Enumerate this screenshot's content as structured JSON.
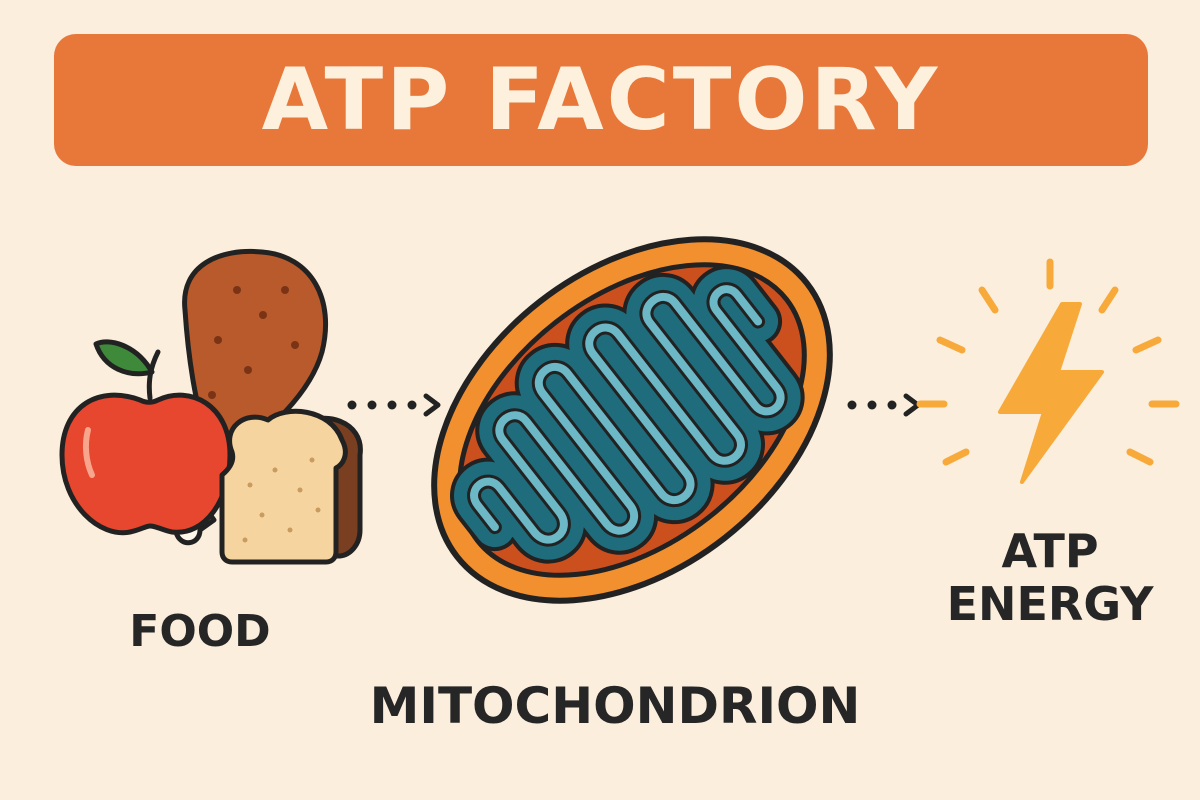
{
  "header": {
    "title": "ATP FACTORY"
  },
  "stages": {
    "input": {
      "label": "FOOD",
      "icons": [
        "apple-icon",
        "chicken-leg-icon",
        "bread-icon"
      ]
    },
    "process": {
      "label": "MITOCHONDRION",
      "icon": "mitochondrion-icon"
    },
    "output": {
      "label_line1": "ATP",
      "label_line2": "ENERGY",
      "icon": "lightning-bolt-icon"
    }
  },
  "colors": {
    "background": "#fbeedd",
    "banner": "#e8773a",
    "banner_text": "#fdf0dc",
    "mito_outer": "#f2902f",
    "mito_inner": "#cc4f1e",
    "mito_matrix": "#1f6c7c",
    "mito_crista": "#6cb8c6",
    "bolt": "#f7a93a",
    "outline": "#222222"
  }
}
